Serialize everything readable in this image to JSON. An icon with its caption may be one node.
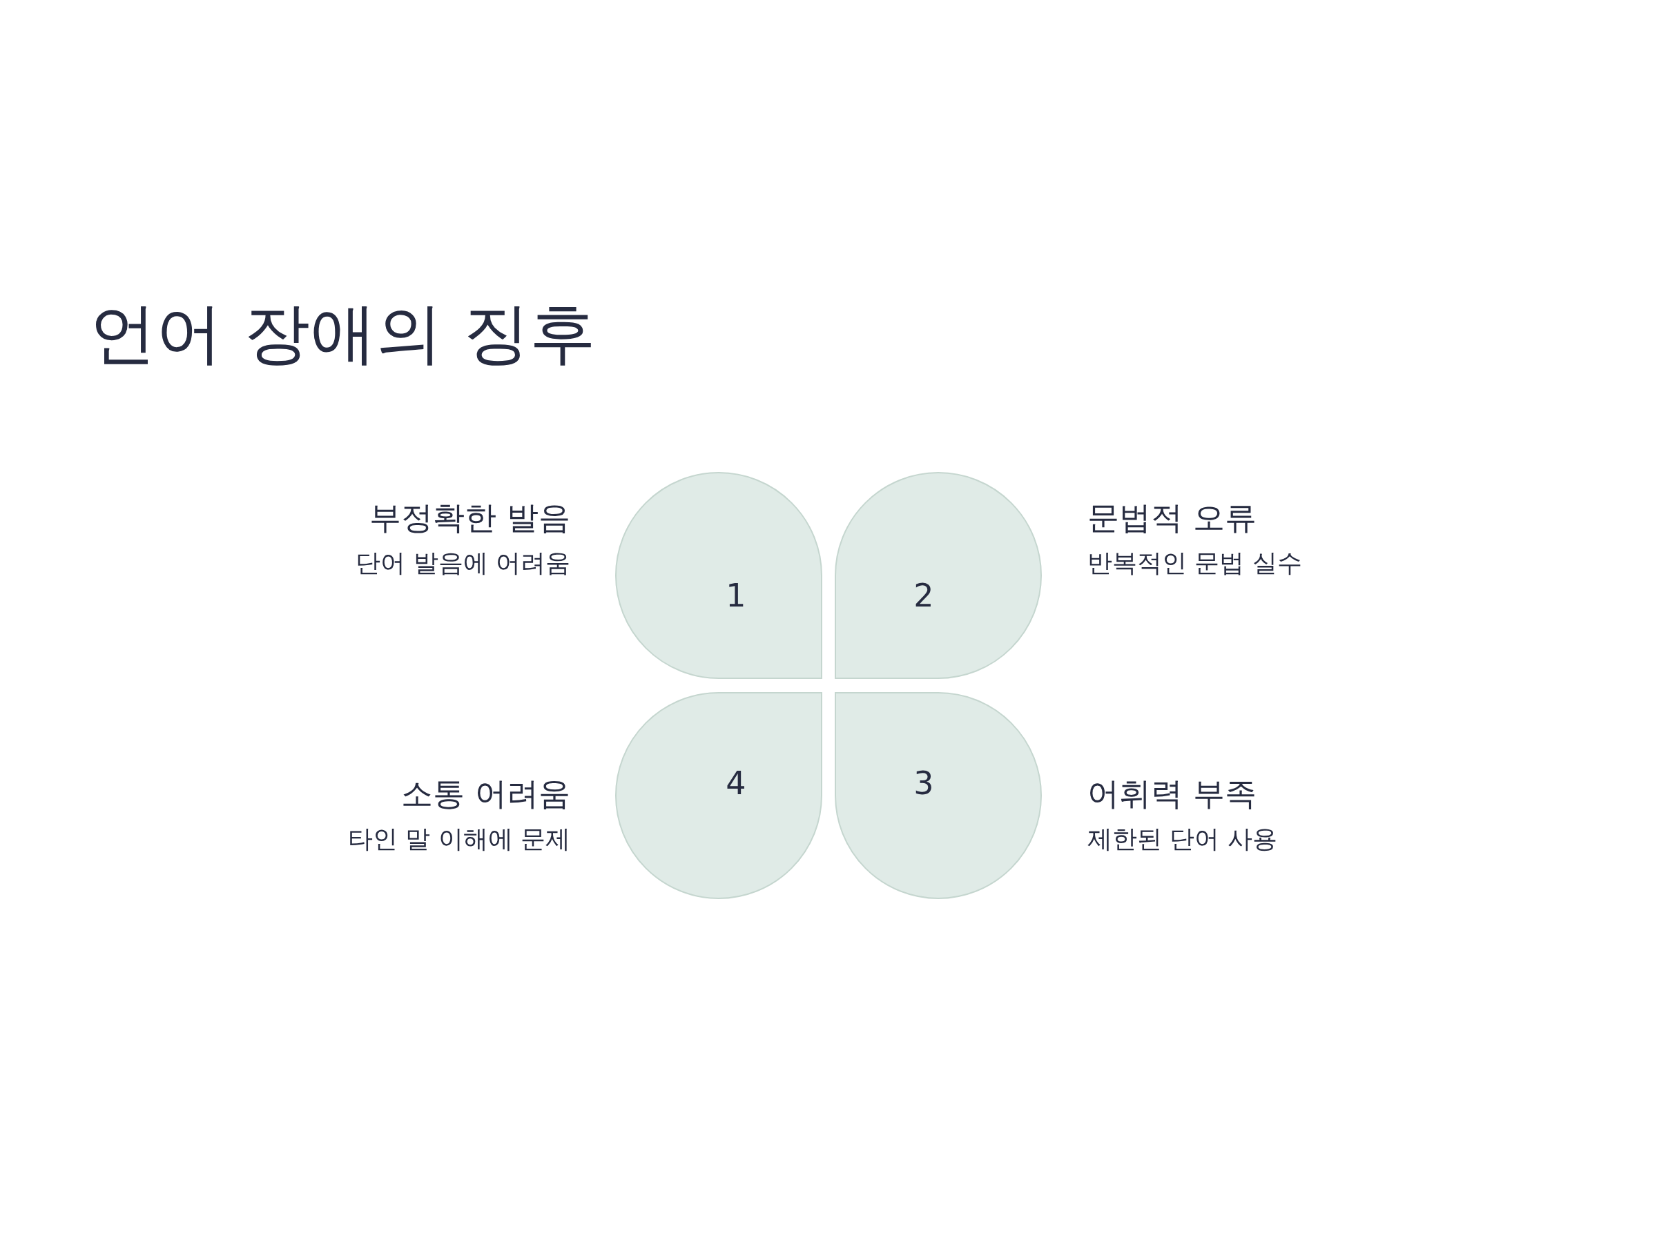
{
  "diagram": {
    "title": "언어 장애의 징후",
    "nodes": [
      {
        "text": [
          "1"
        ],
        "beside": [
          "부정확한 발음",
          "단어 발음에 어려움"
        ]
      },
      {
        "text": [
          "2"
        ],
        "beside": [
          "문법적 오류",
          "반복적인 문법 실수"
        ]
      },
      {
        "text": [
          "4"
        ],
        "beside": [
          "소통 어려움",
          "타인 말 이해에 문제"
        ]
      },
      {
        "text": [
          "3"
        ],
        "beside": [
          "어휘력 부족",
          "제한된 단어 사용"
        ]
      }
    ],
    "edges": []
  }
}
